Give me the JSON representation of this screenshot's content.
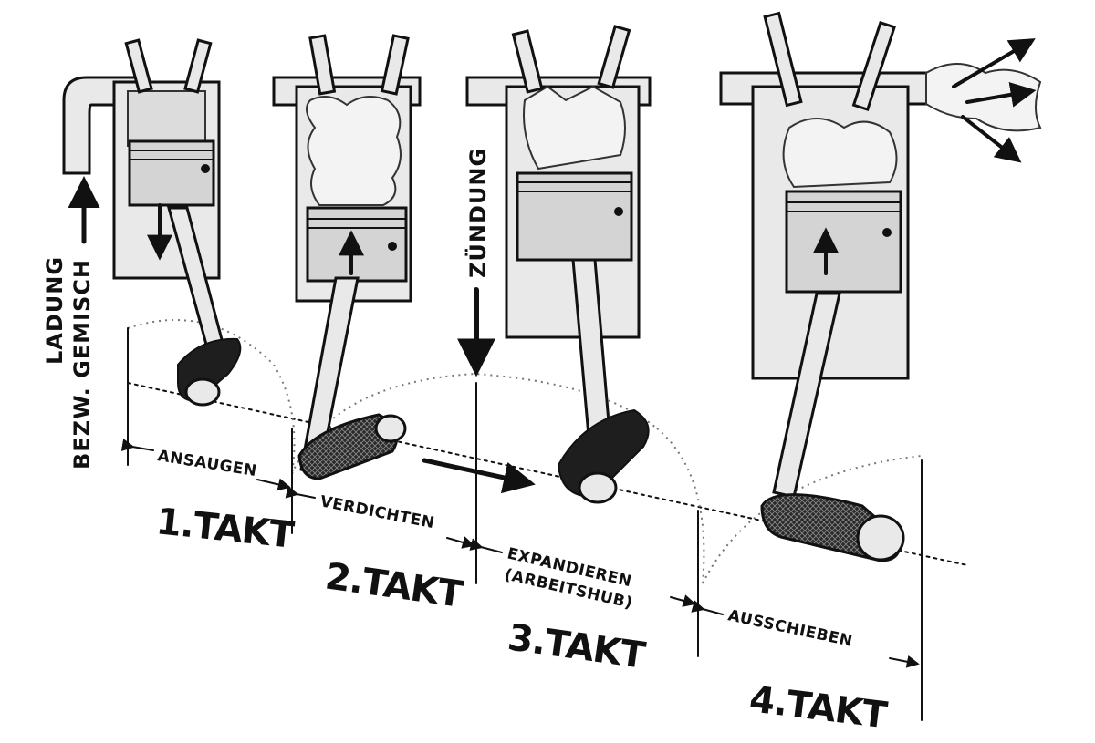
{
  "labels": {
    "charge_line1": "LADUNG",
    "charge_line2": "BEZW. GEMISCH",
    "ignition": "ZÜNDUNG"
  },
  "strokes": [
    {
      "takt": "1.TAKT",
      "phase": "ANSAUGEN"
    },
    {
      "takt": "2.TAKT",
      "phase": "VERDICHTEN"
    },
    {
      "takt": "3.TAKT",
      "phase": "EXPANDIEREN",
      "phase_note": "(ARBEITSHUB)"
    },
    {
      "takt": "4.TAKT",
      "phase": "AUSSCHIEBEN"
    }
  ],
  "icons": {
    "piston": "piston-cylinder-icon",
    "crank": "crankshaft-icon",
    "arrow": "direction-arrow-icon"
  },
  "colors": {
    "ink": "#111111",
    "paper": "#ffffff"
  }
}
